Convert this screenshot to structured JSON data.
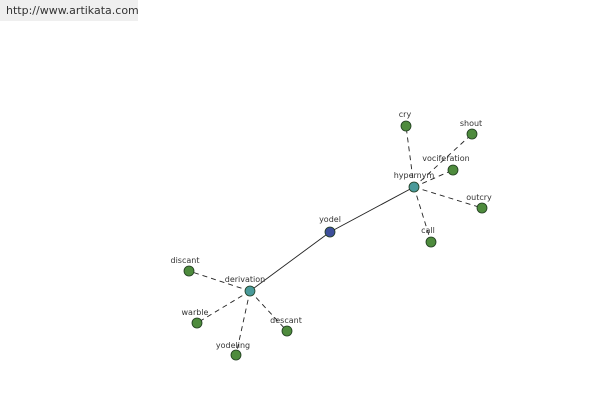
{
  "header": {
    "url": "http://www.artikata.com"
  },
  "colors": {
    "edge": "#222222",
    "center_node": "#3d4f9a",
    "hub_node": "#4a9a9a",
    "leaf_node": "#4e8b3d",
    "node_stroke": "#1e3a1e"
  },
  "graph": {
    "nodes": [
      {
        "id": "yodel",
        "label": "yodel",
        "kind": "center"
      },
      {
        "id": "hypernym",
        "label": "hypernym",
        "kind": "hub"
      },
      {
        "id": "derivation",
        "label": "derivation",
        "kind": "hub"
      },
      {
        "id": "cry",
        "label": "cry",
        "kind": "leaf"
      },
      {
        "id": "shout",
        "label": "shout",
        "kind": "leaf"
      },
      {
        "id": "vociferation",
        "label": "vociferation",
        "kind": "leaf"
      },
      {
        "id": "outcry",
        "label": "outcry",
        "kind": "leaf"
      },
      {
        "id": "call",
        "label": "call",
        "kind": "leaf"
      },
      {
        "id": "discant",
        "label": "discant",
        "kind": "leaf"
      },
      {
        "id": "warble",
        "label": "warble",
        "kind": "leaf"
      },
      {
        "id": "yodeling",
        "label": "yodeling",
        "kind": "leaf"
      },
      {
        "id": "descant",
        "label": "descant",
        "kind": "leaf"
      }
    ],
    "edges": [
      {
        "from": "yodel",
        "to": "hypernym",
        "style": "solid"
      },
      {
        "from": "yodel",
        "to": "derivation",
        "style": "solid"
      },
      {
        "from": "hypernym",
        "to": "cry",
        "style": "dashed"
      },
      {
        "from": "hypernym",
        "to": "shout",
        "style": "dashed"
      },
      {
        "from": "hypernym",
        "to": "vociferation",
        "style": "dashed"
      },
      {
        "from": "hypernym",
        "to": "outcry",
        "style": "dashed"
      },
      {
        "from": "hypernym",
        "to": "call",
        "style": "dashed"
      },
      {
        "from": "derivation",
        "to": "discant",
        "style": "dashed"
      },
      {
        "from": "derivation",
        "to": "warble",
        "style": "dashed"
      },
      {
        "from": "derivation",
        "to": "yodeling",
        "style": "dashed"
      },
      {
        "from": "derivation",
        "to": "descant",
        "style": "dashed"
      }
    ]
  }
}
